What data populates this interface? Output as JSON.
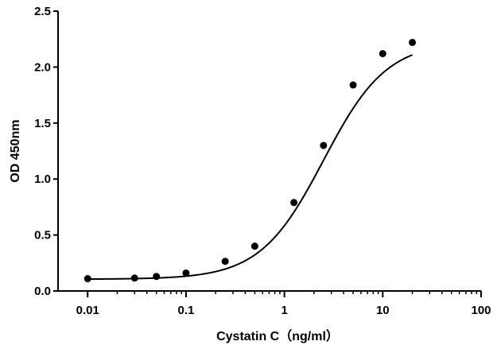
{
  "chart_data": {
    "type": "scatter",
    "title": "",
    "xlabel": "Cystatin C（ng/ml）",
    "ylabel": "OD 450nm",
    "xscale": "log",
    "xlim": [
      0.005,
      100
    ],
    "ylim": [
      0,
      2.5
    ],
    "x_ticks": [
      0.01,
      0.1,
      1,
      10,
      100
    ],
    "x_tick_labels": [
      "0.01",
      "0.1",
      "1",
      "10",
      "100"
    ],
    "y_ticks": [
      0,
      0.5,
      1.0,
      1.5,
      2.0,
      2.5
    ],
    "y_tick_labels": [
      "0.0",
      "0.5",
      "1.0",
      "1.5",
      "2.0",
      "2.5"
    ],
    "grid": false,
    "fit_curve": "sigmoidal",
    "series": [
      {
        "x": [
          0.01,
          0.03,
          0.05,
          0.1,
          0.25,
          0.5,
          1.25,
          2.5,
          5,
          10,
          20
        ],
        "y": [
          0.11,
          0.115,
          0.13,
          0.16,
          0.265,
          0.4,
          0.79,
          1.3,
          1.84,
          2.12,
          2.22
        ]
      }
    ],
    "colors": {
      "line": "#000000",
      "marker": "#000000"
    }
  }
}
